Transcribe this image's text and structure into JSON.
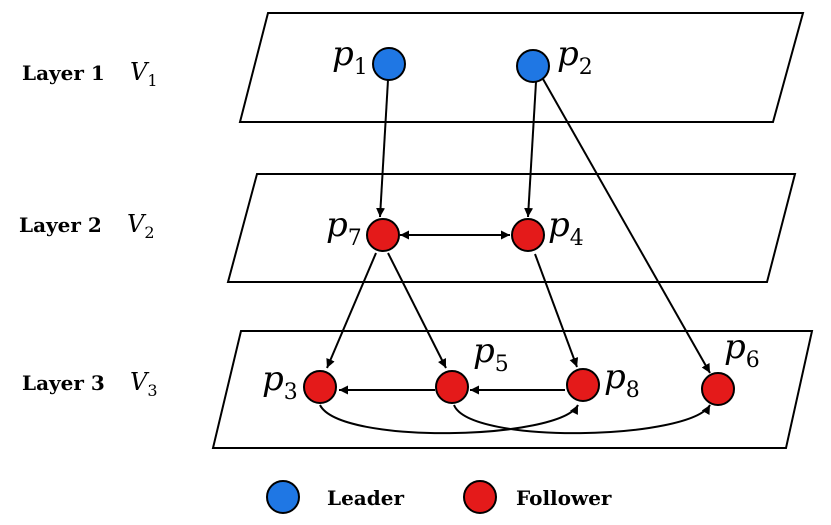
{
  "colors": {
    "leader": "#1f77e4",
    "follower": "#e41a1a"
  },
  "layers": [
    {
      "id": 1,
      "title": "Layer 1",
      "set_symbol": "V",
      "set_sub": "1"
    },
    {
      "id": 2,
      "title": "Layer 2",
      "set_symbol": "V",
      "set_sub": "2"
    },
    {
      "id": 3,
      "title": "Layer 3",
      "set_symbol": "V",
      "set_sub": "3"
    }
  ],
  "nodes": [
    {
      "id": "p1",
      "letter": "p",
      "sub": "1",
      "role": "leader",
      "layer": 1
    },
    {
      "id": "p2",
      "letter": "p",
      "sub": "2",
      "role": "leader",
      "layer": 1
    },
    {
      "id": "p7",
      "letter": "p",
      "sub": "7",
      "role": "follower",
      "layer": 2
    },
    {
      "id": "p4",
      "letter": "p",
      "sub": "4",
      "role": "follower",
      "layer": 2
    },
    {
      "id": "p3",
      "letter": "p",
      "sub": "3",
      "role": "follower",
      "layer": 3
    },
    {
      "id": "p5",
      "letter": "p",
      "sub": "5",
      "role": "follower",
      "layer": 3
    },
    {
      "id": "p8",
      "letter": "p",
      "sub": "8",
      "role": "follower",
      "layer": 3
    },
    {
      "id": "p6",
      "letter": "p",
      "sub": "6",
      "role": "follower",
      "layer": 3
    }
  ],
  "edges": [
    {
      "from": "p1",
      "to": "p7",
      "bidirectional": false
    },
    {
      "from": "p2",
      "to": "p4",
      "bidirectional": false
    },
    {
      "from": "p2",
      "to": "p6",
      "bidirectional": false
    },
    {
      "from": "p7",
      "to": "p4",
      "bidirectional": true
    },
    {
      "from": "p7",
      "to": "p3",
      "bidirectional": false
    },
    {
      "from": "p7",
      "to": "p5",
      "bidirectional": false
    },
    {
      "from": "p4",
      "to": "p8",
      "bidirectional": false
    },
    {
      "from": "p5",
      "to": "p3",
      "bidirectional": false
    },
    {
      "from": "p8",
      "to": "p5",
      "bidirectional": false
    },
    {
      "from": "p3",
      "to": "p8",
      "bidirectional": false
    },
    {
      "from": "p5",
      "to": "p6",
      "bidirectional": false
    }
  ],
  "legend": {
    "leader_label": "Leader",
    "follower_label": "Follower"
  }
}
